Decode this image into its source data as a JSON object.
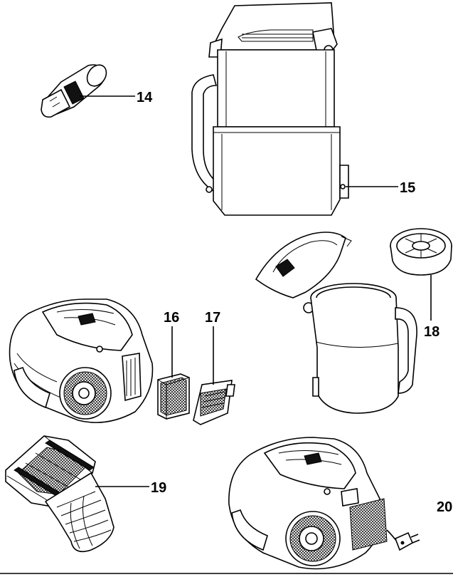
{
  "callouts": {
    "c14": "14",
    "c15": "15",
    "c16": "16",
    "c17": "17",
    "c18": "18",
    "c19": "19",
    "c20": "20"
  },
  "colors": {
    "line": "#000000",
    "background": "#ffffff",
    "shade": "#bdbdbd"
  },
  "parts": [
    {
      "number": "14",
      "icon": "crevice-nozzle-icon"
    },
    {
      "number": "15",
      "icon": "dust-container-icon"
    },
    {
      "number": "16",
      "icon": "exhaust-filter-icon"
    },
    {
      "number": "17",
      "icon": "filter-grille-icon"
    },
    {
      "number": "18",
      "icon": "container-filter-icon"
    },
    {
      "number": "19",
      "icon": "cyclone-filter-icon"
    },
    {
      "number": "20",
      "icon": "power-cord-icon"
    }
  ]
}
